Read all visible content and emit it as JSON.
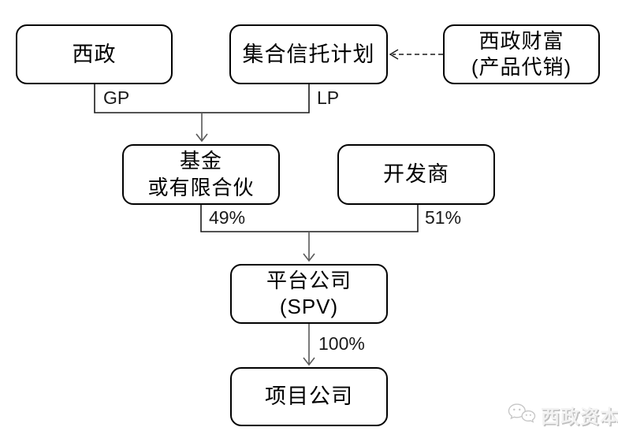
{
  "diagram": {
    "nodes": {
      "xizheng": {
        "label": "西政"
      },
      "trust": {
        "label": "集合信托计划"
      },
      "wealth": {
        "line1": "西政财富",
        "line2": "(产品代销)"
      },
      "fund": {
        "line1": "基金",
        "line2": "或有限合伙"
      },
      "developer": {
        "label": "开发商"
      },
      "spv": {
        "line1": "平台公司",
        "line2": "(SPV)"
      },
      "project": {
        "label": "项目公司"
      }
    },
    "edges": {
      "gp": "GP",
      "lp": "LP",
      "fund_share": "49%",
      "developer_share": "51%",
      "spv_share": "100%"
    },
    "connections": [
      {
        "from": "xizheng",
        "to": "fund",
        "label": "GP",
        "style": "solid"
      },
      {
        "from": "trust",
        "to": "fund",
        "label": "LP",
        "style": "solid"
      },
      {
        "from": "wealth",
        "to": "trust",
        "label": "",
        "style": "dashed"
      },
      {
        "from": "fund",
        "to": "spv",
        "label": "49%",
        "style": "solid"
      },
      {
        "from": "developer",
        "to": "spv",
        "label": "51%",
        "style": "solid"
      },
      {
        "from": "spv",
        "to": "project",
        "label": "100%",
        "style": "solid"
      }
    ],
    "watermark": {
      "icon": "wechat-logo",
      "text": "西政资本"
    },
    "colors": {
      "background": "#ffffff",
      "box_border": "#000000",
      "line": "#1a1a1a",
      "arrow": "#595959",
      "watermark": "#bdbdbd"
    }
  }
}
